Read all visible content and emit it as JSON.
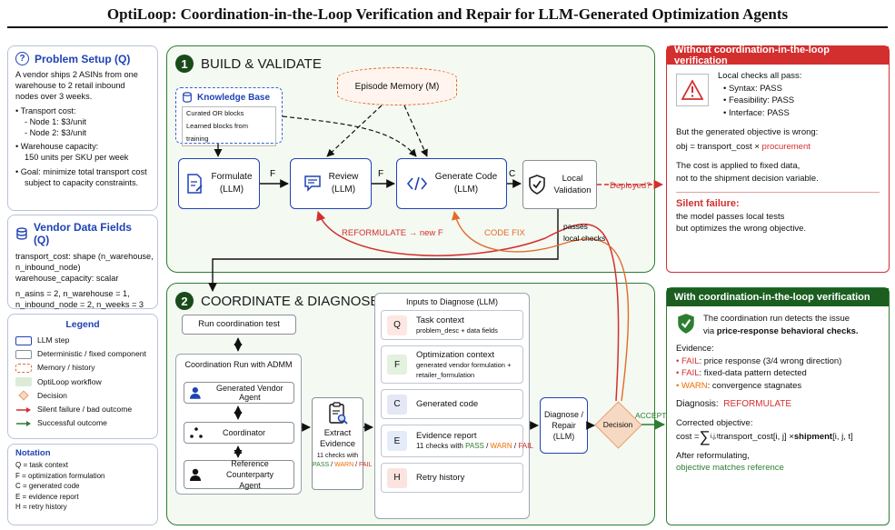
{
  "title": "OptiLoop: Coordination-in-the-Loop Verification and Repair for LLM-Generated Optimization Agents",
  "problem_setup": {
    "heading": "Problem Setup (Q)",
    "intro": [
      "A vendor ships 2 ASINs from one",
      "warehouse to 2 retail inbound",
      "nodes over 3 weeks."
    ],
    "transport_head": "Transport cost:",
    "transport_items": [
      "- Node 1: $3/unit",
      "- Node 2: $3/unit"
    ],
    "capacity_head": "Warehouse capacity:",
    "capacity_value": "150 units per SKU per week",
    "goal": [
      "Goal: minimize total transport cost",
      "subject to capacity constraints."
    ]
  },
  "vendor_fields": {
    "heading": "Vendor Data Fields (Q)",
    "lines": [
      "transport_cost: shape (n_warehouse,",
      "n_inbound_node)",
      "warehouse_capacity: scalar",
      "n_asins = 2, n_warehouse = 1,",
      "n_inbound_node = 2, n_weeks = 3"
    ]
  },
  "legend": {
    "heading": "Legend",
    "items": [
      "LLM step",
      "Deterministic / fixed component",
      "Memory / history",
      "OptiLoop workflow",
      "Decision",
      "Silent failure / bad outcome",
      "Successful outcome"
    ]
  },
  "notation": {
    "heading": "Notation",
    "items": [
      "Q = task context",
      "F = optimization formulation",
      "C = generated code",
      "E = evidence report",
      "H = retry history"
    ]
  },
  "stage1": {
    "num": "1",
    "title": "BUILD & VALIDATE",
    "episode_memory": "Episode Memory (M)",
    "kb_title": "Knowledge Base",
    "kb_items": [
      "Curated OR blocks",
      "Learned blocks from training"
    ],
    "formulate": [
      "Formulate",
      "(LLM)"
    ],
    "review": [
      "Review",
      "(LLM)"
    ],
    "generate": [
      "Generate Code",
      "(LLM)"
    ],
    "local_validation": [
      "Local",
      "Validation"
    ],
    "edge_f1": "F",
    "edge_f2": "F",
    "edge_c": "C",
    "deployed": "Deployed?",
    "reformulate": "REFORMULATE → new F",
    "code_fix": "CODE FIX",
    "passes": [
      "passes",
      "local checks"
    ]
  },
  "stage2": {
    "num": "2",
    "title": "COORDINATE & DIAGNOSE",
    "run_test": "Run coordination test",
    "admm_title": "Coordination Run with ADMM",
    "vendor_agent": "Generated Vendor Agent",
    "coordinator": "Coordinator",
    "ref_agent": [
      "Reference Counterparty",
      "Agent"
    ],
    "extract": [
      "Extract",
      "Evidence"
    ],
    "extract_sub": [
      "11 checks with"
    ],
    "extract_pass": "PASS",
    "extract_warn": "WARN",
    "extract_fail": "FAIL",
    "slash": " / ",
    "inputs_title": "Inputs to Diagnose (LLM)",
    "inputs": [
      {
        "tag": "Q",
        "title": "Task context",
        "sub": "problem_desc + data fields"
      },
      {
        "tag": "F",
        "title": "Optimization context",
        "sub": "generated vendor formulation +",
        "sub2": "retailer_formulation"
      },
      {
        "tag": "C",
        "title": "Generated code"
      },
      {
        "tag": "E",
        "title": "Evidence report",
        "sub": "11 checks with "
      },
      {
        "tag": "H",
        "title": "Retry history"
      }
    ],
    "diagnose": [
      "Diagnose /",
      "Repair",
      "(LLM)"
    ],
    "decision": "Decision",
    "accept": "ACCEPT"
  },
  "without": {
    "heading": "Without coordination-in-the-loop verification",
    "checks_head": "Local checks all pass:",
    "checks": [
      "Syntax: PASS",
      "Feasibility: PASS",
      "Interface: PASS"
    ],
    "wrong_line": "But the generated objective is wrong:",
    "obj_prefix": "obj = transport_cost × ",
    "obj_wrong": "procurement",
    "explain": [
      "The cost is applied to fixed data,",
      "not to the shipment decision variable."
    ],
    "silent_head": "Silent failure:",
    "silent": [
      "the model passes local tests",
      "but optimizes the wrong objective."
    ]
  },
  "with": {
    "heading": "With coordination-in-the-loop verification",
    "detect1": "The coordination run detects the issue",
    "detect2_pre": "via ",
    "detect2_bold": "price-response behavioral checks.",
    "evidence_head": "Evidence:",
    "evidence": [
      {
        "status": "FAIL",
        "text": ": price response (3/4 wrong direction)"
      },
      {
        "status": "FAIL",
        "text": ": fixed-data pattern detected"
      },
      {
        "status": "WARN",
        "text": ": convergence stagnates"
      }
    ],
    "diagnosis_head": "Diagnosis:",
    "diagnosis_value": "REFORMULATE",
    "corrected_head": "Corrected objective:",
    "cost_pre": "cost = ",
    "sum_sym": "∑",
    "sum_sub": "i,j,t",
    "cost_mid": " transport_cost[i, j] × ",
    "cost_bold": "shipment",
    "cost_end": "[i, j, t]",
    "after": "After reformulating,",
    "after_green": "objective matches reference"
  },
  "colors": {
    "llm": "#1f43b5",
    "stage": "#2e7d32",
    "fail": "#d32f2f",
    "warn": "#ef6c00",
    "memory": "#e46a2a",
    "decision": "#f6d9c2"
  }
}
